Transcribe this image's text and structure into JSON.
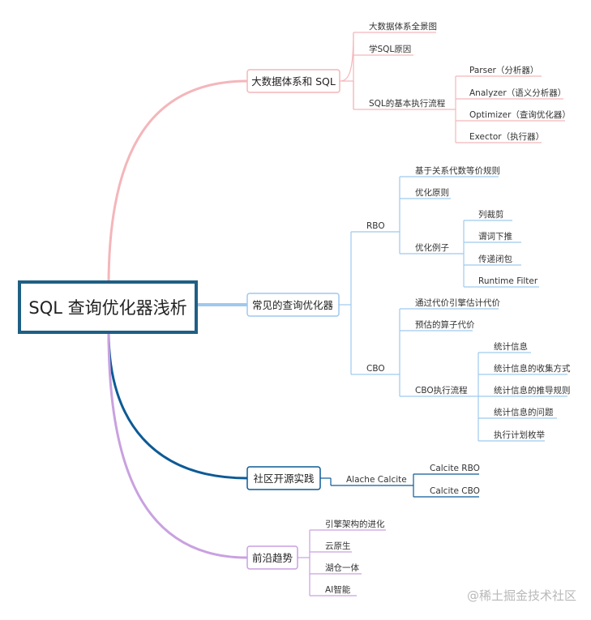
{
  "root": "SQL 查询优化器浅析",
  "colors": {
    "branch1": "#f4b6ba",
    "branch2": "#9fc9ee",
    "branch3": "#0d5a96",
    "branch4": "#c9a1e0",
    "root_border": "#1f5f84"
  },
  "branches": {
    "b1": {
      "label": "大数据体系和 SQL",
      "children": {
        "c1": "大数据体系全景图",
        "c2": "学SQL原因",
        "c3": "SQL的基本执行流程",
        "c3_children": [
          "Parser（分析器）",
          "Analyzer（语义分析器）",
          "Optimizer（查询优化器）",
          "Exector（执行器）"
        ]
      }
    },
    "b2": {
      "label": "常见的查询优化器",
      "rbo": {
        "label": "RBO",
        "c1": "基于关系代数等价规则",
        "c2": "优化原则",
        "c3": "优化例子",
        "c3_children": [
          "列裁剪",
          "谓词下推",
          "传递闭包",
          "Runtime Filter"
        ]
      },
      "cbo": {
        "label": "CBO",
        "c1": "通过代价引擎估计代价",
        "c2": "预估的算子代价",
        "c3": "CBO执行流程",
        "c3_children": [
          "统计信息",
          "统计信息的收集方式",
          "统计信息的推导规则",
          "统计信息的问题",
          "执行计划枚举"
        ]
      }
    },
    "b3": {
      "label": "社区开源实践",
      "sub": "Alache Calcite",
      "sub_children": [
        "Calcite RBO",
        "Calcite CBO"
      ]
    },
    "b4": {
      "label": "前沿趋势",
      "children": [
        "引擎架构的进化",
        "云原生",
        "湖仓一体",
        "AI智能"
      ]
    }
  },
  "watermark": "@稀土掘金技术社区"
}
